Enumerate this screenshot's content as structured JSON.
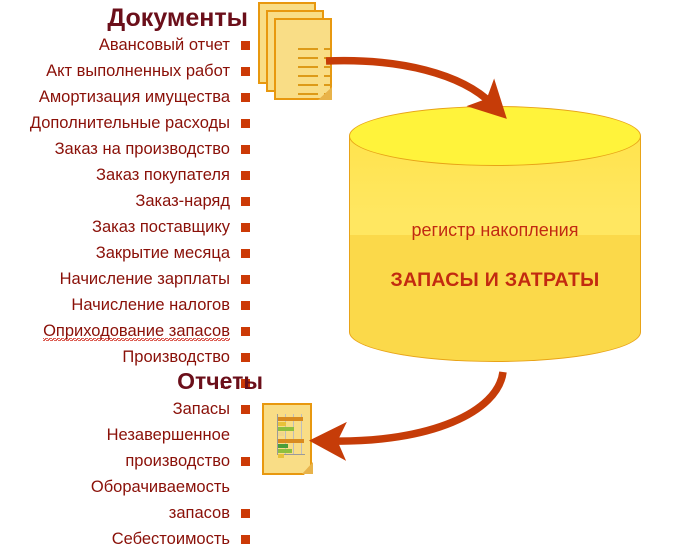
{
  "diagram": {
    "title": "Регистр накопления «Запасы и затраты»"
  },
  "documents_section": {
    "heading": "Документы",
    "icon_name": "documents-stack-icon",
    "items": [
      {
        "label": "Авансовый отчет",
        "bullet": true,
        "misspelled": false
      },
      {
        "label": "Акт выполненных работ",
        "bullet": true,
        "misspelled": false
      },
      {
        "label": "Амортизация имущества",
        "bullet": true,
        "misspelled": false
      },
      {
        "label": "Дополнительные расходы",
        "bullet": true,
        "misspelled": false
      },
      {
        "label": "Заказ на производство",
        "bullet": true,
        "misspelled": false
      },
      {
        "label": "Заказ покупателя",
        "bullet": true,
        "misspelled": false
      },
      {
        "label": "Заказ-наряд",
        "bullet": true,
        "misspelled": false
      },
      {
        "label": "Заказ поставщику",
        "bullet": true,
        "misspelled": false
      },
      {
        "label": "Закрытие месяца",
        "bullet": true,
        "misspelled": false
      },
      {
        "label": "Начисление зарплаты",
        "bullet": true,
        "misspelled": false
      },
      {
        "label": "Начисление налогов",
        "bullet": true,
        "misspelled": false
      },
      {
        "label": "Оприходование запасов",
        "bullet": true,
        "misspelled": true
      },
      {
        "label": "Производство",
        "bullet": true,
        "misspelled": false
      },
      {
        "label": "…",
        "bullet": true,
        "misspelled": false
      }
    ]
  },
  "register": {
    "label_top": "регистр накопления",
    "label_bottom": "ЗАПАСЫ И ЗАТРАТЫ",
    "shape": "cylinder",
    "colors": {
      "top_face": "#fff33b",
      "body_upper": "#ffe761",
      "body_lower": "#fbd94a",
      "outline": "#e8a317",
      "text": "#c22a10"
    }
  },
  "reports_section": {
    "heading": "Отчеты",
    "icon_name": "report-chart-icon",
    "items": [
      {
        "label": "Запасы",
        "bullet": true
      },
      {
        "label": "Незавершенное",
        "bullet": false
      },
      {
        "label": "производство",
        "bullet": true
      },
      {
        "label": "Оборачиваемость",
        "bullet": false
      },
      {
        "label": "запасов",
        "bullet": true
      },
      {
        "label": "Себестоимость",
        "bullet": true
      }
    ]
  },
  "arrows": [
    {
      "name": "arrow-documents-to-register",
      "from": "documents-stack-icon",
      "to": "register-cylinder-top",
      "color": "#c63c08",
      "direction": "right-down"
    },
    {
      "name": "arrow-register-to-reports",
      "from": "register-cylinder-bottom",
      "to": "report-chart-icon",
      "color": "#c63c08",
      "direction": "left"
    }
  ],
  "report_chart_icon": {
    "type": "bar",
    "bars": [
      {
        "value": 92,
        "color": "#d98b20"
      },
      {
        "value": 30,
        "color": "#e8c23a"
      },
      {
        "value": 58,
        "color": "#8fbf3f"
      },
      {
        "value": 22,
        "color": "#f0d68a"
      },
      {
        "value": 96,
        "color": "#d98b20"
      },
      {
        "value": 36,
        "color": "#4a9e3a"
      },
      {
        "value": 52,
        "color": "#8fbf3f"
      },
      {
        "value": 24,
        "color": "#e8c23a"
      }
    ]
  },
  "palette": {
    "heading_text": "#6b0f1a",
    "list_text": "#8a1008",
    "bullet": "#cc3a06",
    "arrow": "#c63c08",
    "paper_fill": "#f9dd86",
    "paper_border": "#e8980f",
    "background": "#ffffff"
  }
}
